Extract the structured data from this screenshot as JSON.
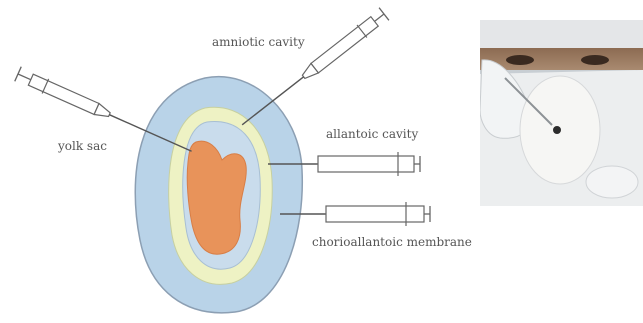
{
  "labels": {
    "amniotic": "amniotic cavity",
    "yolk": "yolk sac",
    "allantoic": "allantoic cavity",
    "chorioallantoic": "chorioallantoic membrane"
  },
  "colors": {
    "shell_outline": "#8c9fb3",
    "albumen": "#b9d3e8",
    "allantoic_band": "#eef2c4",
    "inner_cavity": "#c9dcec",
    "embryo": "#e8935a",
    "syringe_body": "#ffffff",
    "syringe_stroke": "#666666"
  },
  "photo": {
    "description_icon": "injection-photo"
  }
}
